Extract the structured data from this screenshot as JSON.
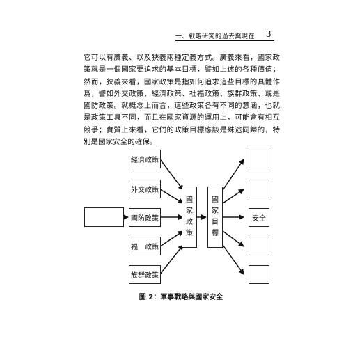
{
  "header": {
    "running_head": "一、戰略研究的過去與現在",
    "page_number": "3"
  },
  "body": {
    "paragraph": "它可以有廣義、以及狹義兩種定義方式。廣義來看，國家政策就是一個國家要追求的基本目標，譬如上述的各種價值；然而，狹義來看，國家政策是指如何追求這些目標的具體作爲，譬如外交政策、經濟政策、社福政策、族群政策、或是國防政策。就概念上而言，這些政策各有不同的意涵，也就是政策工具不同，而且在國家資源的運用上，可能會有相互競爭；實質上來看，它們的政策目標應該是殊途同歸的，特別是國家安全的確保。"
  },
  "figure": {
    "left_policies": [
      "經濟政策",
      "外交政策",
      "國防政策",
      "福　政策",
      "族群政策"
    ],
    "national_policy": [
      "國",
      "家",
      "政",
      "策"
    ],
    "national_goal": [
      "國",
      "家",
      "目",
      "標"
    ],
    "goals": [
      "",
      "",
      "安全",
      "",
      ""
    ],
    "caption": "圖 2：軍事戰略與國家安全"
  }
}
